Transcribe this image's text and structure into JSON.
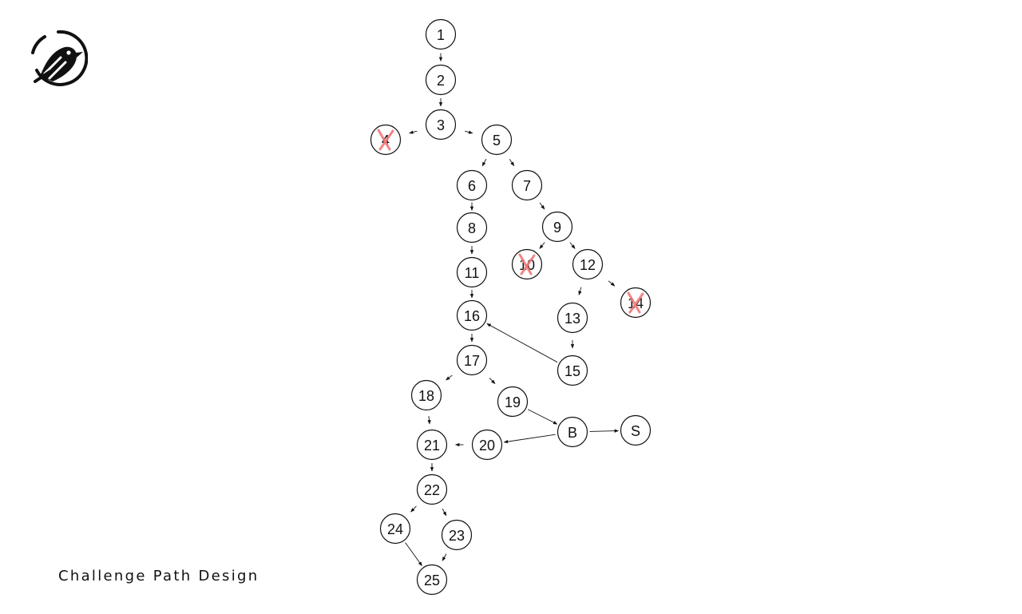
{
  "title": "Challenge Path Design",
  "logo": {
    "icon": "bird-logo-icon"
  },
  "colors": {
    "node_stroke": "#111111",
    "cross": "#f07878"
  },
  "nodes": [
    {
      "id": "1",
      "label": "1",
      "blocked": false
    },
    {
      "id": "2",
      "label": "2",
      "blocked": false
    },
    {
      "id": "3",
      "label": "3",
      "blocked": false
    },
    {
      "id": "4",
      "label": "4",
      "blocked": true
    },
    {
      "id": "5",
      "label": "5",
      "blocked": false
    },
    {
      "id": "6",
      "label": "6",
      "blocked": false
    },
    {
      "id": "7",
      "label": "7",
      "blocked": false
    },
    {
      "id": "8",
      "label": "8",
      "blocked": false
    },
    {
      "id": "9",
      "label": "9",
      "blocked": false
    },
    {
      "id": "10",
      "label": "10",
      "blocked": true
    },
    {
      "id": "11",
      "label": "11",
      "blocked": false
    },
    {
      "id": "12",
      "label": "12",
      "blocked": false
    },
    {
      "id": "13",
      "label": "13",
      "blocked": false
    },
    {
      "id": "14",
      "label": "14",
      "blocked": true
    },
    {
      "id": "15",
      "label": "15",
      "blocked": false
    },
    {
      "id": "16",
      "label": "16",
      "blocked": false
    },
    {
      "id": "17",
      "label": "17",
      "blocked": false
    },
    {
      "id": "18",
      "label": "18",
      "blocked": false
    },
    {
      "id": "19",
      "label": "19",
      "blocked": false
    },
    {
      "id": "B",
      "label": "B",
      "blocked": false
    },
    {
      "id": "S",
      "label": "S",
      "blocked": false
    },
    {
      "id": "20",
      "label": "20",
      "blocked": false
    },
    {
      "id": "21",
      "label": "21",
      "blocked": false
    },
    {
      "id": "22",
      "label": "22",
      "blocked": false
    },
    {
      "id": "23",
      "label": "23",
      "blocked": false
    },
    {
      "id": "24",
      "label": "24",
      "blocked": false
    },
    {
      "id": "25",
      "label": "25",
      "blocked": false
    }
  ],
  "edges": [
    [
      "1",
      "2"
    ],
    [
      "2",
      "3"
    ],
    [
      "3",
      "4"
    ],
    [
      "3",
      "5"
    ],
    [
      "5",
      "6"
    ],
    [
      "5",
      "7"
    ],
    [
      "6",
      "8"
    ],
    [
      "8",
      "11"
    ],
    [
      "11",
      "16"
    ],
    [
      "16",
      "17"
    ],
    [
      "7",
      "9"
    ],
    [
      "9",
      "10"
    ],
    [
      "9",
      "12"
    ],
    [
      "12",
      "13"
    ],
    [
      "12",
      "14"
    ],
    [
      "13",
      "15"
    ],
    [
      "15",
      "16"
    ],
    [
      "17",
      "18"
    ],
    [
      "17",
      "19"
    ],
    [
      "19",
      "B"
    ],
    [
      "B",
      "S"
    ],
    [
      "B",
      "20"
    ],
    [
      "20",
      "21"
    ],
    [
      "18",
      "21"
    ],
    [
      "21",
      "22"
    ],
    [
      "22",
      "24"
    ],
    [
      "22",
      "23"
    ],
    [
      "24",
      "25"
    ],
    [
      "23",
      "25"
    ]
  ]
}
